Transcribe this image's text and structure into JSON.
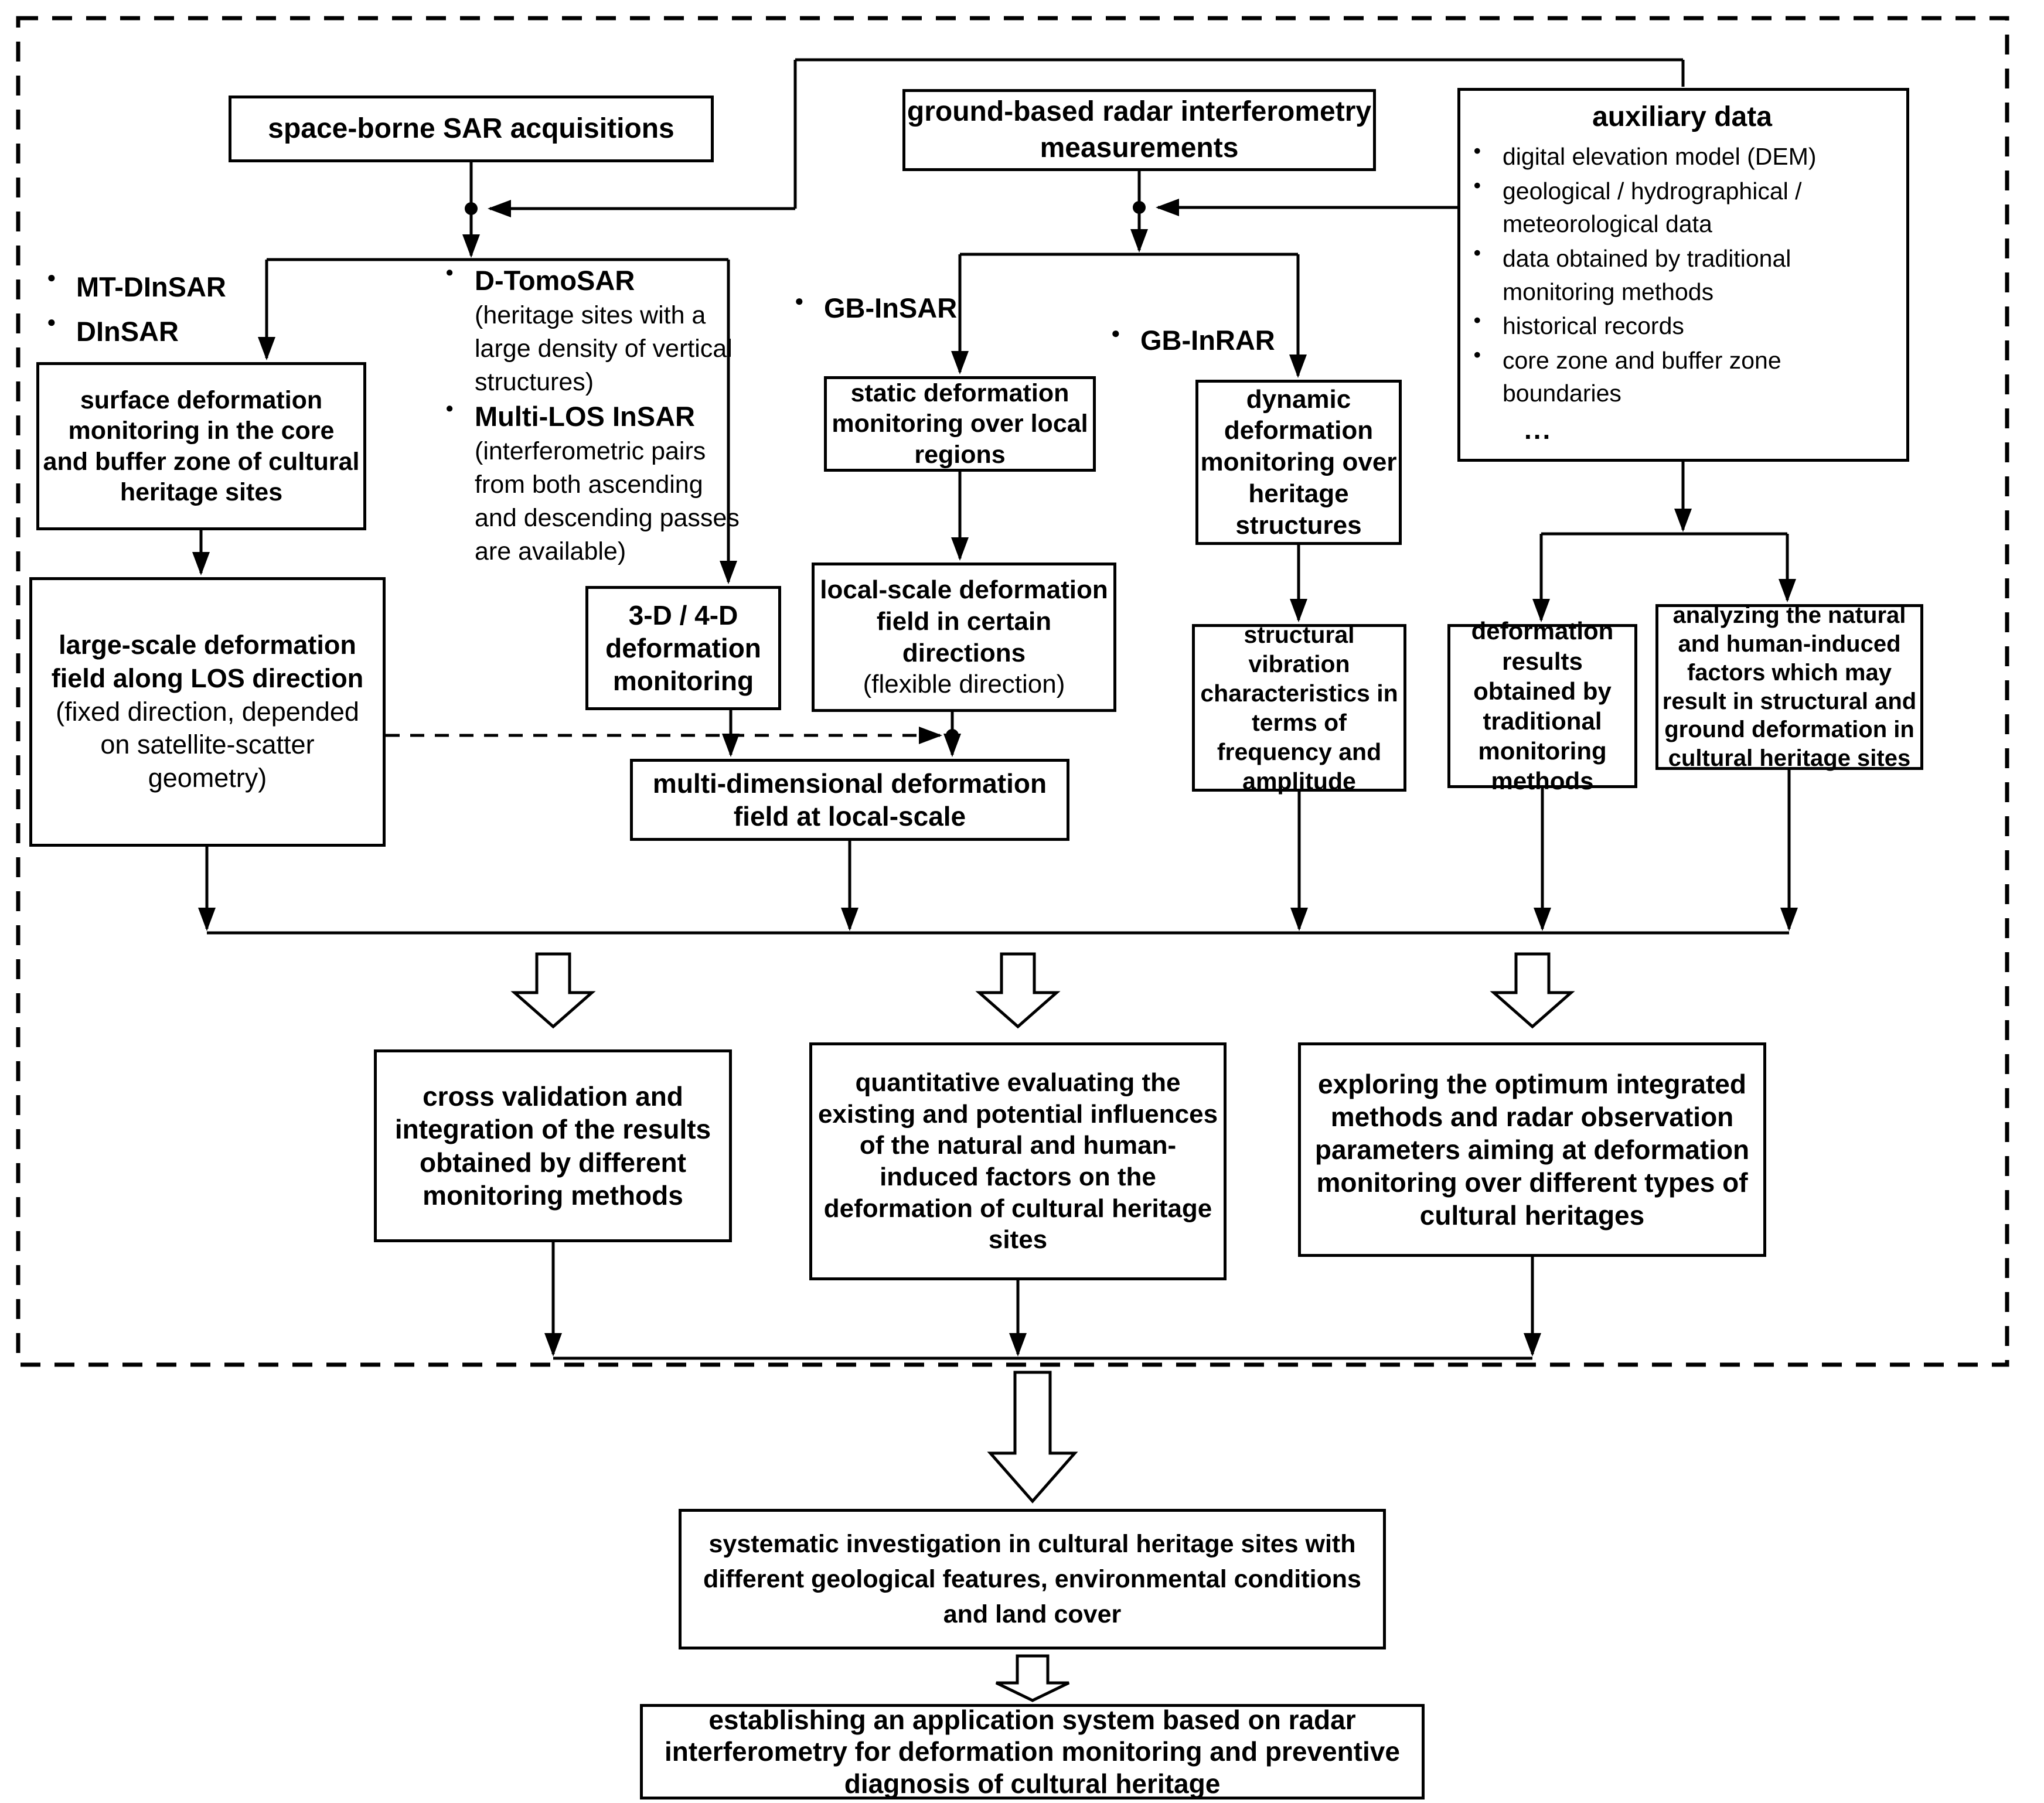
{
  "diagram": {
    "colors": {
      "ink": "#000000",
      "background": "#ffffff"
    },
    "top_nodes": {
      "spaceborne": "space-borne SAR acquisitions",
      "groundbased": "ground-based radar interferometry measurements",
      "auxiliary": {
        "title": "auxiliary data",
        "items": [
          "digital elevation model (DEM)",
          "geological / hydrographical / meteorological data",
          "data obtained by traditional monitoring methods",
          "historical records",
          "core zone and buffer zone boundaries"
        ],
        "ellipsis": "..."
      }
    },
    "method_labels": {
      "mt_dinsar": "MT-DInSAR",
      "dinsar": "DInSAR",
      "d_tomosar": "D-TomoSAR",
      "d_tomosar_note": "(heritage sites with a large density of vertical structures)",
      "multi_los": "Multi-LOS InSAR",
      "multi_los_note": "(interferometric pairs from both ascending and descending passes are available)",
      "gb_insar": "GB-InSAR",
      "gb_inrar": "GB-InRAR"
    },
    "process_nodes": {
      "surface": "surface deformation monitoring in the core and buffer zone of cultural heritage sites",
      "static": "static deformation monitoring over local regions",
      "dynamic": "dynamic deformation monitoring over heritage structures",
      "three_d": "3-D / 4-D deformation monitoring",
      "local_scale_bold": "local-scale deformation field in certain directions",
      "local_scale_note": "(flexible direction)",
      "large_scale_bold": "large-scale deformation field along LOS direction",
      "large_scale_note": "(fixed direction, depended on satellite-scatter geometry)",
      "multidim": "multi-dimensional deformation field at local-scale",
      "vibration": "structural vibration characteristics in terms of frequency and amplitude",
      "traditional": "deformation results obtained by traditional monitoring methods",
      "analyzing": "analyzing the natural and human-induced factors which may result in structural and ground deformation in cultural heritage sites"
    },
    "synthesis_nodes": {
      "cross": "cross validation and integration of the results obtained by different monitoring methods",
      "quantitative": "quantitative evaluating the existing and potential influences of the natural and human-induced factors on the deformation of cultural heritage sites",
      "exploring": "exploring the optimum integrated methods and radar observation parameters aiming at deformation monitoring over different types of cultural heritages"
    },
    "outcome_nodes": {
      "systematic": "systematic investigation in cultural heritage sites with different geological features, environmental conditions and land cover",
      "establishing": "establishing an application system based on radar interferometry for deformation monitoring and preventive diagnosis of cultural heritage"
    }
  }
}
